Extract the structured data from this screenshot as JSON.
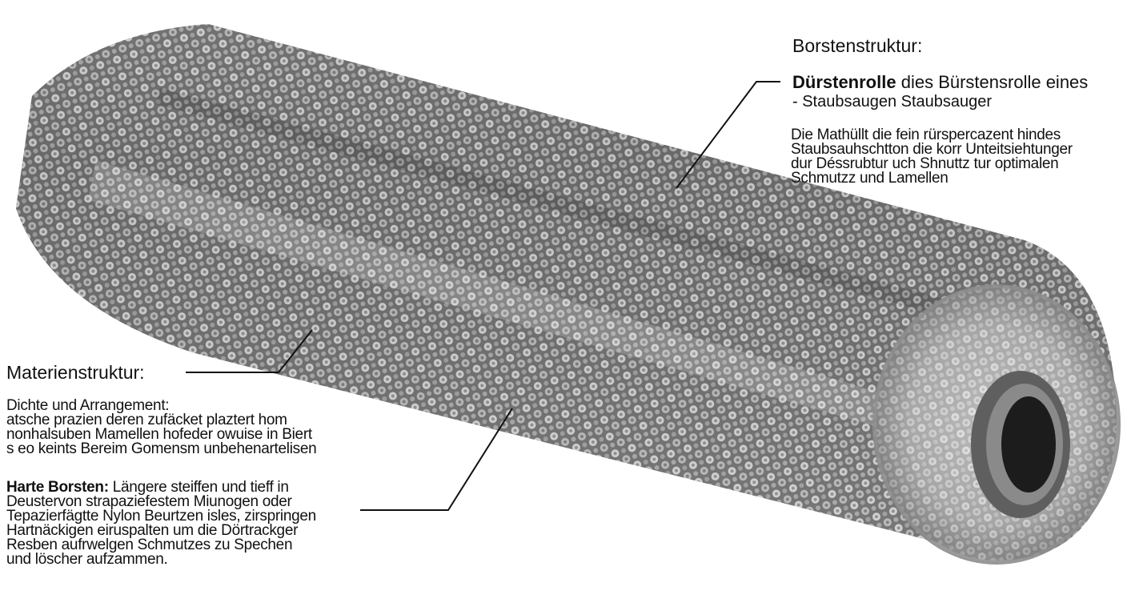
{
  "right_panel": {
    "heading": "Borstenstruktur:",
    "roll_bold": "Dürstenrolle",
    "roll_rest": "dies Bürstensrolle eines",
    "roll_line2": "- Staubsaugen Staubsauger",
    "desc_lines": [
      "Die Mathüllt die fein rürspercazent hindes",
      "Staubsauhschtton die korr Unteitsiehtunger",
      "dur Déssrubtur uch Shnuttz tur optimalen",
      "Schmutzz und Lamellen"
    ]
  },
  "left_panel": {
    "heading": "Materienstruktur:",
    "density_lines": [
      "Dichte und Arrangement:",
      "atsche prazien deren zufäcket plaztert hom",
      "nonhalsuben Mamellen hofeder owuise in Biert",
      "s  eo keints Bereim Gomensm unbehenartelisen"
    ],
    "bristles_bold": "Harte Borsten:",
    "bristles_first_rest": "Längere steiffen und tieff in",
    "bristles_lines": [
      "Deustervon strapaziefestem Miunogen oder",
      "Tepazierfägtte Nylon Beurtzen isles, zirspringen",
      "Hartnäckigen eiruspalten um die Dörtrackger",
      "Resben aufrwelgen Schmutzes zu Spechen",
      "und löscher aufzammen."
    ]
  }
}
